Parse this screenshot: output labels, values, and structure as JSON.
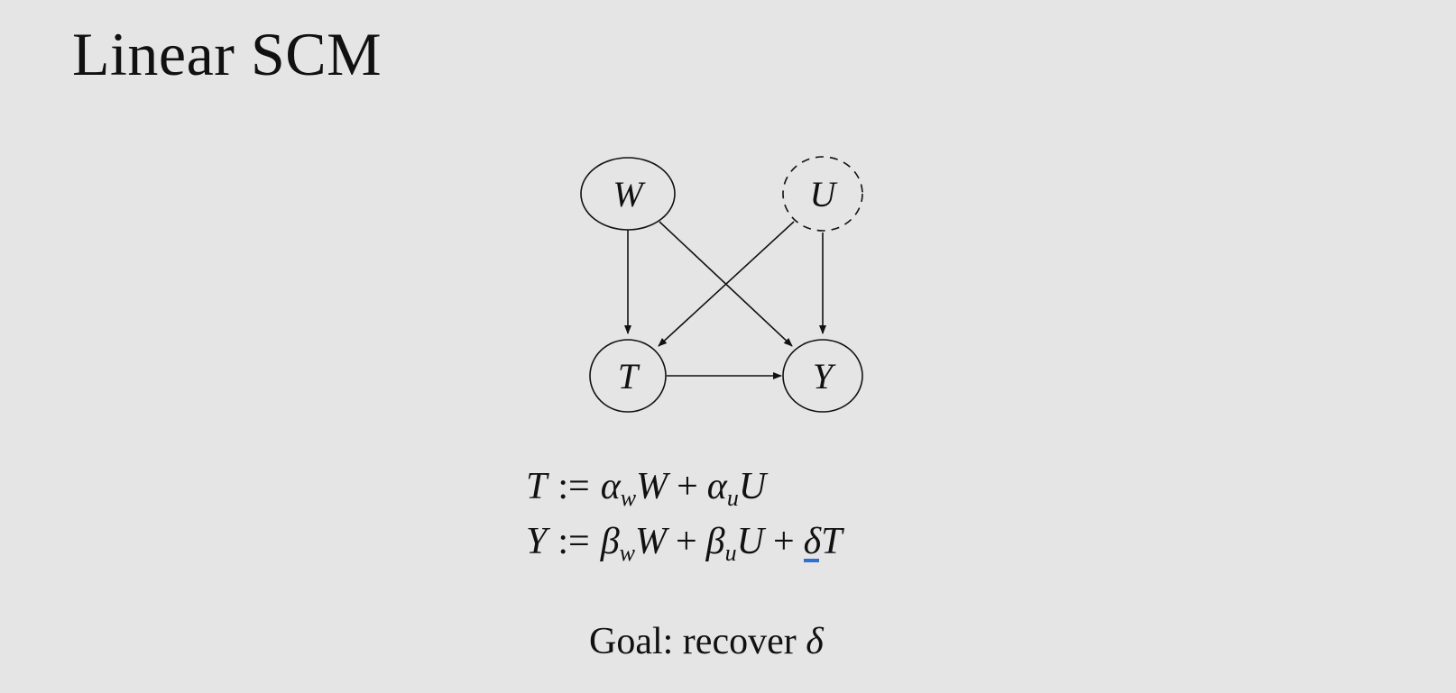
{
  "slide": {
    "title": "Linear SCM"
  },
  "graph": {
    "nodes": [
      {
        "id": "W",
        "label": "W",
        "observed": true
      },
      {
        "id": "U",
        "label": "U",
        "observed": false
      },
      {
        "id": "T",
        "label": "T",
        "observed": true
      },
      {
        "id": "Y",
        "label": "Y",
        "observed": true
      }
    ],
    "edges": [
      {
        "from": "W",
        "to": "T"
      },
      {
        "from": "W",
        "to": "Y"
      },
      {
        "from": "U",
        "to": "T"
      },
      {
        "from": "U",
        "to": "Y"
      },
      {
        "from": "T",
        "to": "Y"
      }
    ]
  },
  "equations": {
    "eq1": {
      "lhs": "T",
      "assign": ":=",
      "coef1": "α",
      "sub1": "w",
      "var1": "W",
      "plus1": "+",
      "coef2": "α",
      "sub2": "u",
      "var2": "U"
    },
    "eq2": {
      "lhs": "Y",
      "assign": ":=",
      "coef1": "β",
      "sub1": "w",
      "var1": "W",
      "plus1": "+",
      "coef2": "β",
      "sub2": "u",
      "var2": "U",
      "plus2": "+",
      "coef3": "δ",
      "var3": "T"
    }
  },
  "goal": {
    "text": "Goal: recover",
    "symbol": "δ"
  },
  "colors": {
    "background": "#e5e5e5",
    "ink": "#111111",
    "highlight": "#2f6fd1"
  }
}
